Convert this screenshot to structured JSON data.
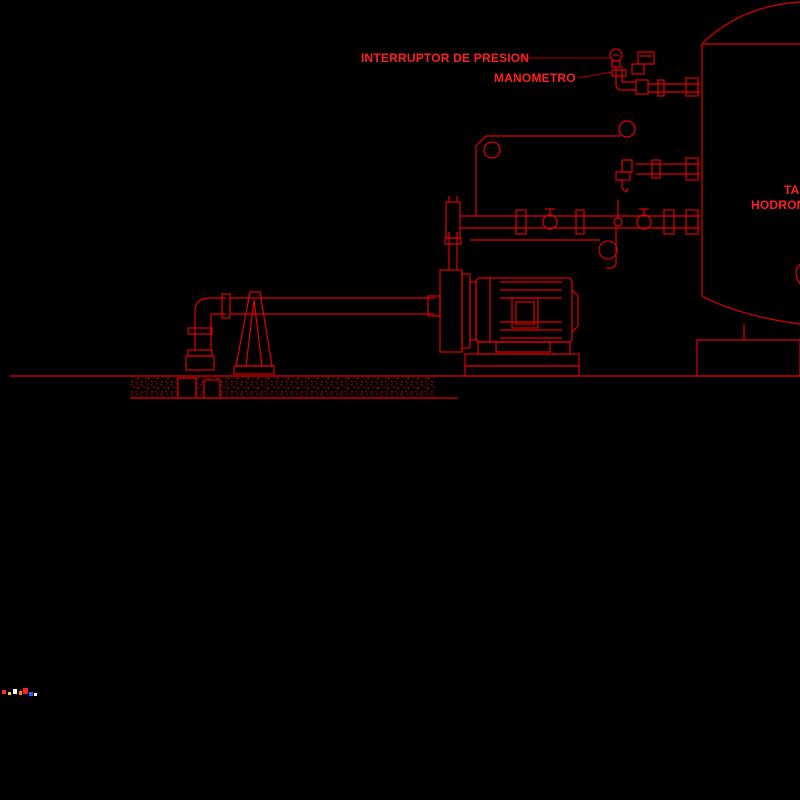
{
  "drawing": {
    "colors": {
      "background": "#000000",
      "line": "#e00000",
      "text": "#ff2020",
      "hatch": "#d00000"
    },
    "labels": {
      "pressure_switch": "INTERRUPTOR DE PRESION",
      "pressure_gauge": "MANOMETRO",
      "tank_line1": "TA",
      "tank_line2": "HODRON"
    }
  }
}
